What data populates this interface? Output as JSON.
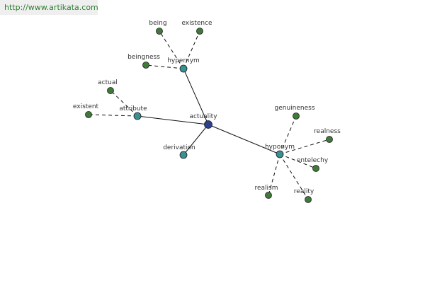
{
  "site_url": "http://www.artikata.com",
  "colors": {
    "center": "#2d3f8f",
    "relation": "#3a9090",
    "leaf": "#3f7a3a",
    "edge": "#111111",
    "label": "#333333"
  },
  "nodes": [
    {
      "id": "actuality",
      "label": "actuality",
      "kind": "center"
    },
    {
      "id": "hypernym",
      "label": "hypernym",
      "kind": "relation"
    },
    {
      "id": "attribute",
      "label": "attribute",
      "kind": "relation"
    },
    {
      "id": "derivation",
      "label": "derivation",
      "kind": "relation"
    },
    {
      "id": "hyponym",
      "label": "hyponym",
      "kind": "relation"
    },
    {
      "id": "being",
      "label": "being",
      "kind": "leaf"
    },
    {
      "id": "existence",
      "label": "existence",
      "kind": "leaf"
    },
    {
      "id": "beingness",
      "label": "beingness",
      "kind": "leaf"
    },
    {
      "id": "actual",
      "label": "actual",
      "kind": "leaf"
    },
    {
      "id": "existent",
      "label": "existent",
      "kind": "leaf"
    },
    {
      "id": "genuineness",
      "label": "genuineness",
      "kind": "leaf"
    },
    {
      "id": "realness",
      "label": "realness",
      "kind": "leaf"
    },
    {
      "id": "entelechy",
      "label": "entelechy",
      "kind": "leaf"
    },
    {
      "id": "realism",
      "label": "realism",
      "kind": "leaf"
    },
    {
      "id": "reality",
      "label": "reality",
      "kind": "leaf"
    }
  ],
  "edges": [
    {
      "from": "actuality",
      "to": "hypernym",
      "style": "solid"
    },
    {
      "from": "actuality",
      "to": "attribute",
      "style": "solid"
    },
    {
      "from": "actuality",
      "to": "derivation",
      "style": "solid"
    },
    {
      "from": "actuality",
      "to": "hyponym",
      "style": "solid"
    },
    {
      "from": "hypernym",
      "to": "being",
      "style": "dashed"
    },
    {
      "from": "hypernym",
      "to": "existence",
      "style": "dashed"
    },
    {
      "from": "hypernym",
      "to": "beingness",
      "style": "dashed"
    },
    {
      "from": "attribute",
      "to": "actual",
      "style": "dashed"
    },
    {
      "from": "attribute",
      "to": "existent",
      "style": "dashed"
    },
    {
      "from": "hyponym",
      "to": "genuineness",
      "style": "dashed"
    },
    {
      "from": "hyponym",
      "to": "realness",
      "style": "dashed"
    },
    {
      "from": "hyponym",
      "to": "entelechy",
      "style": "dashed"
    },
    {
      "from": "hyponym",
      "to": "realism",
      "style": "dashed"
    },
    {
      "from": "hyponym",
      "to": "reality",
      "style": "dashed"
    }
  ]
}
